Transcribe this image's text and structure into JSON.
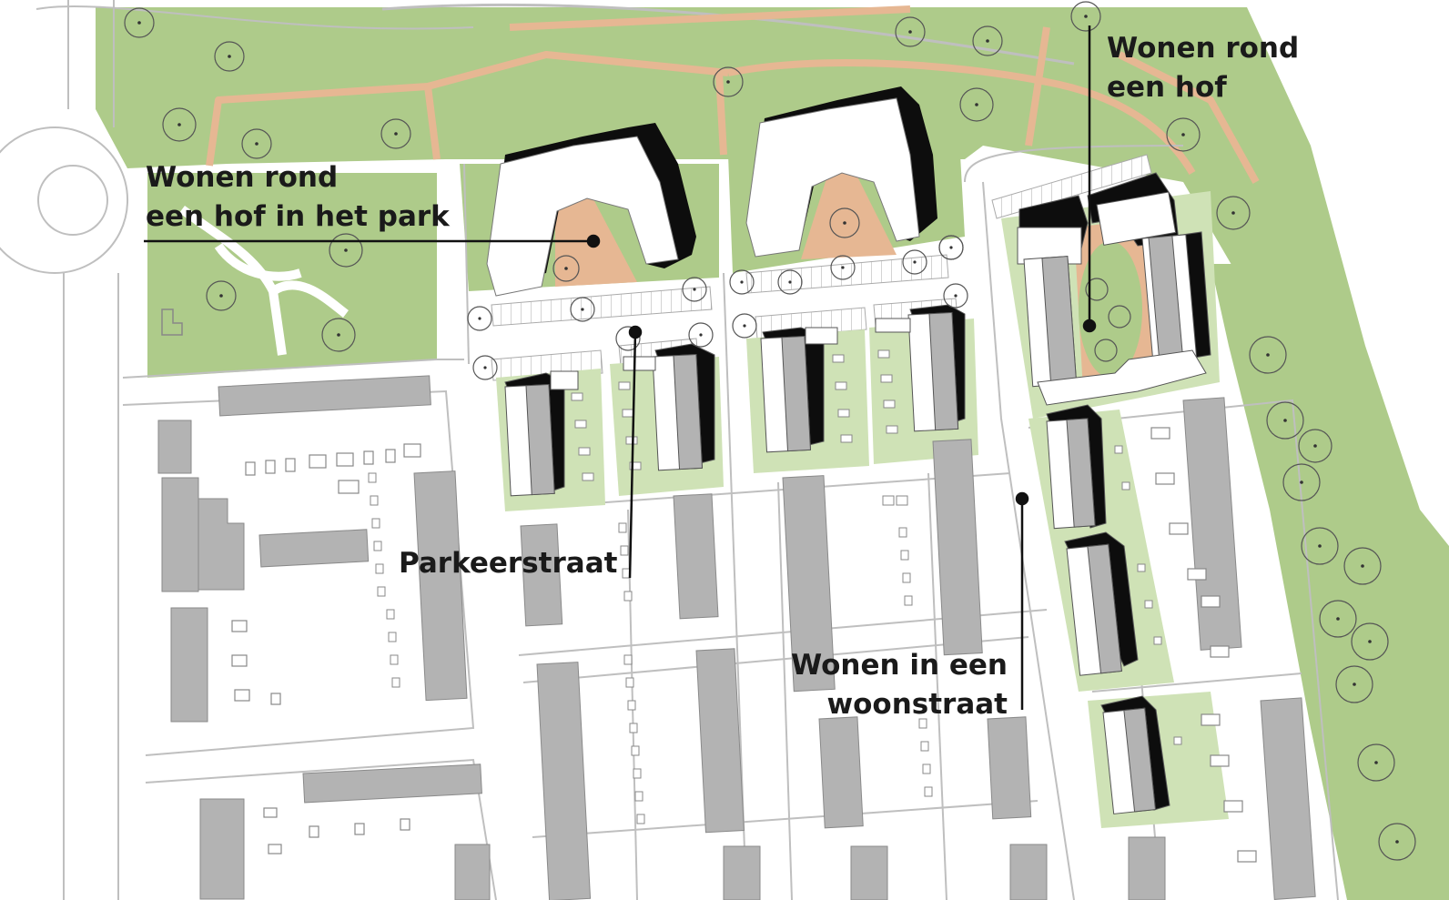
{
  "annotations": {
    "hof_park": {
      "line1": "Wonen rond",
      "line2": "een hof in het park"
    },
    "hof": {
      "line1": "Wonen rond",
      "line2": "een hof"
    },
    "parkeerstraat": {
      "text": "Parkeerstraat"
    },
    "woonstraat": {
      "line1": "Wonen in een",
      "line2": "woonstraat"
    }
  },
  "colors": {
    "park_green": "#aecb8a",
    "garden_green": "#cfe2b6",
    "path_orange": "#e6b793",
    "building_grey": "#b3b3b3",
    "building_black": "#0d0d0d",
    "road_outline": "#bfbfbf",
    "label_text": "#1a1a1a"
  }
}
